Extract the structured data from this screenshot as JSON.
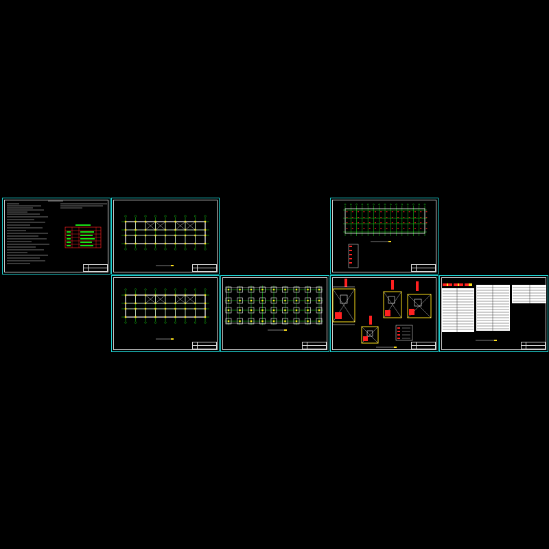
{
  "canvas": {
    "background": "#000000",
    "colors": {
      "frame": "#1fd6d6",
      "border": "#cfcfcf",
      "grid": "#17e317",
      "wall": "#ffffff",
      "column": "#ffe21a",
      "red": "#ff2020",
      "cyan": "#1fd6d6"
    }
  },
  "sheets": [
    {
      "id": "design-notes",
      "kind": "notes"
    },
    {
      "id": "floor-plan-1",
      "kind": "plan"
    },
    {
      "id": "roof-plan",
      "kind": "plan-red"
    },
    {
      "id": "floor-plan-2",
      "kind": "plan"
    },
    {
      "id": "foundation-plan",
      "kind": "foundation"
    },
    {
      "id": "column-details",
      "kind": "details"
    },
    {
      "id": "schedule",
      "kind": "schedule"
    }
  ]
}
